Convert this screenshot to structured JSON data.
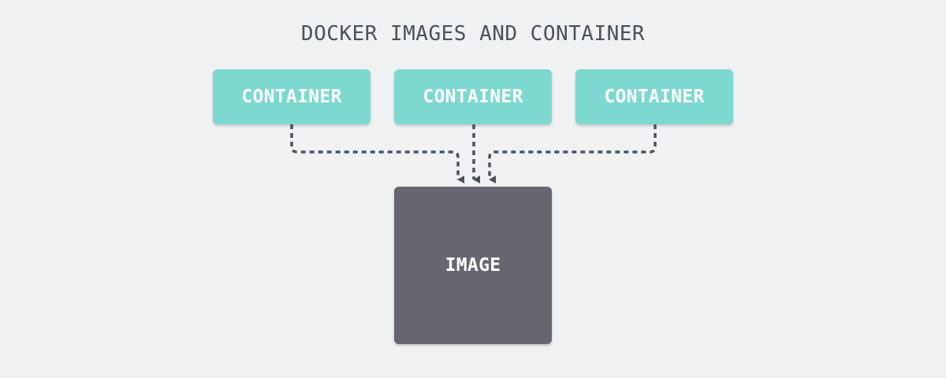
{
  "title": "DOCKER IMAGES AND CONTAINER",
  "containers": [
    {
      "label": "CONTAINER"
    },
    {
      "label": "CONTAINER"
    },
    {
      "label": "CONTAINER"
    }
  ],
  "image": {
    "label": "IMAGE"
  },
  "colors": {
    "background": "#eff1f3",
    "container_fill": "#7dd9cf",
    "image_fill": "#676670",
    "connector": "#4b525a",
    "title_text": "#4b525a"
  },
  "connections": [
    {
      "from": "container-1",
      "to": "image",
      "style": "dashed-arrow"
    },
    {
      "from": "container-2",
      "to": "image",
      "style": "dashed-arrow"
    },
    {
      "from": "container-3",
      "to": "image",
      "style": "dashed-arrow"
    }
  ]
}
